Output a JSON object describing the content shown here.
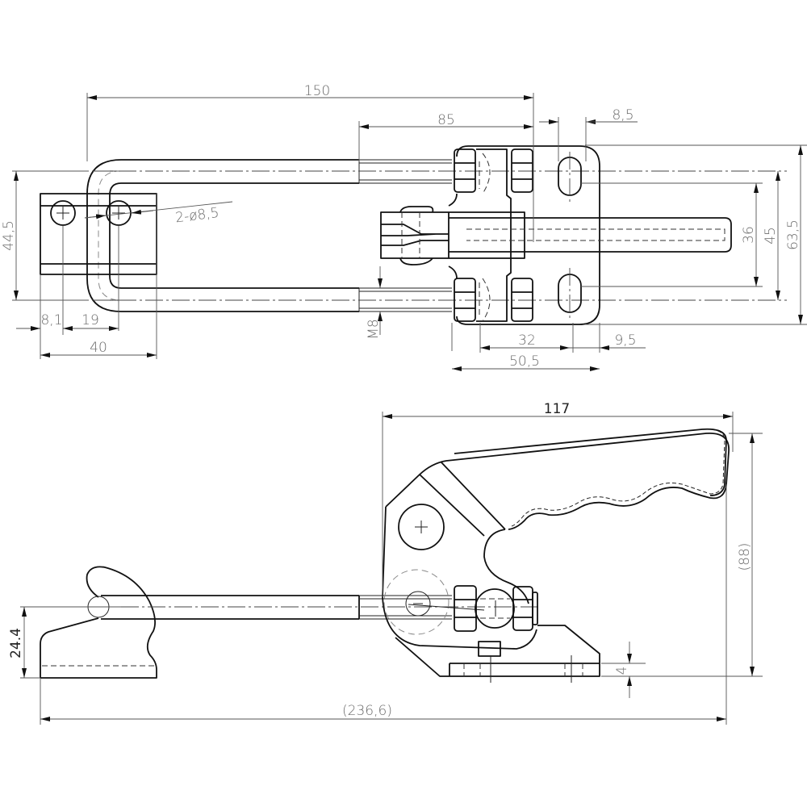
{
  "drawing": {
    "top_view": {
      "dim_overall_length": "150",
      "dim_rod_to_latch": "85",
      "dim_slot_width": "8,5",
      "dim_block_height": "44,5",
      "dim_holes": "2-ø8,5",
      "dim_edge_to_hole": "8,1",
      "dim_hole_spacing": "19",
      "dim_block_width": "40",
      "dim_thread": "M8",
      "dim_slot_spacing": "32",
      "dim_slot_edge": "9,5",
      "dim_base_length": "50,5",
      "dim_slot_inner": "36",
      "dim_slot_outer": "45",
      "dim_base_width": "63,5"
    },
    "side_view": {
      "dim_handle_length": "117",
      "dim_height": "(88)",
      "dim_hook_height": "24.4",
      "dim_base_thickness": "4",
      "dim_overall_length": "(236,6)"
    }
  }
}
